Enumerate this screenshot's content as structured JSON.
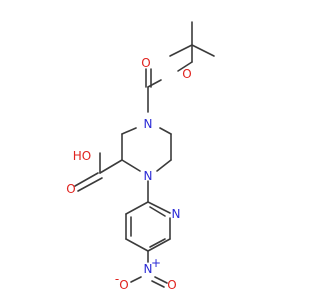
{
  "molecule": {
    "labels": {
      "ester_o_carbonyl": "O",
      "ester_o_ether": "O",
      "n_top": "N",
      "n_bottom": "N",
      "acid_oh": "HO",
      "acid_o": "O",
      "pyridine_n": "N",
      "nitro_n": "N",
      "nitro_n_charge": "+",
      "nitro_o_left": "O",
      "nitro_o_left_charge": "-",
      "nitro_o_right": "O"
    },
    "colors": {
      "bond": "#3b3b3b",
      "oxygen": "#e0231f",
      "nitrogen": "#2b2bd6"
    }
  }
}
